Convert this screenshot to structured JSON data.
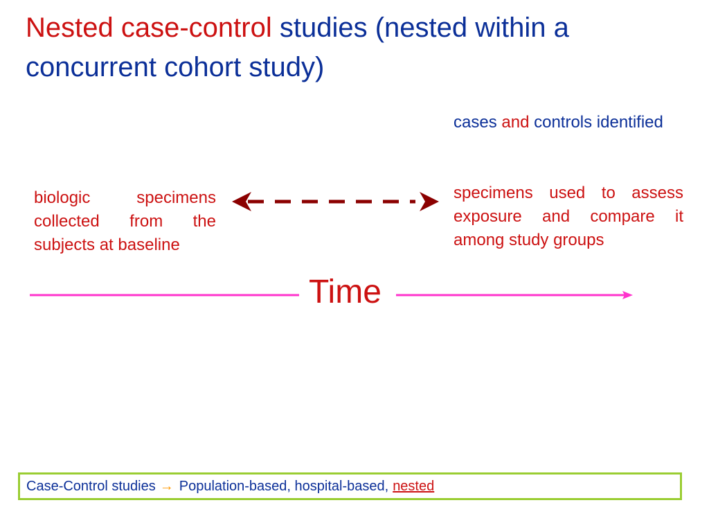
{
  "title": {
    "highlight": "Nested case-control",
    "rest": " studies (nested within a concurrent cohort study)"
  },
  "left_note": "biologic specimens collected from the subjects at baseline",
  "right_top": {
    "part1": "cases and ",
    "part2": "controls",
    "part3": " identified",
    "highlight": "and"
  },
  "right_bottom": "specimens used to assess exposure and compare it among study groups",
  "time_label": "Time",
  "footer": {
    "prefix": "Case-Control studies",
    "arrow": "→",
    "middle": "Population-based, hospital-based,",
    "nested": "nested"
  },
  "colors": {
    "red": "#cc1111",
    "blue": "#0b2f98",
    "arrow": "#8b0000",
    "timeline": "#ff33cc",
    "box_border": "#9acd32"
  }
}
